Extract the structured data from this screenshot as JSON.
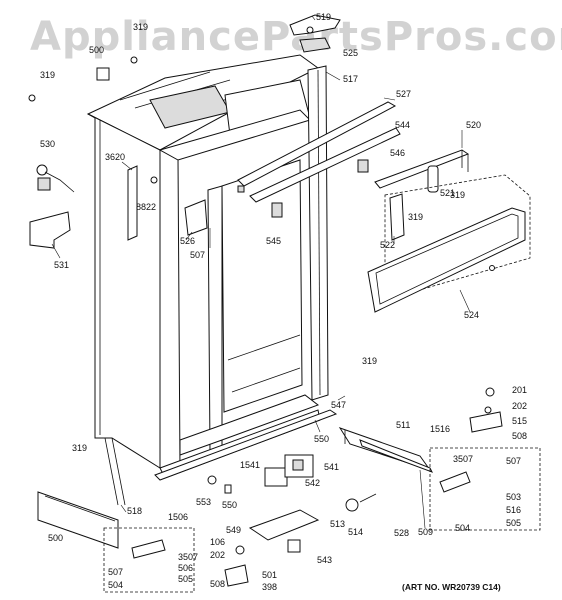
{
  "watermark": "AppliancePartsPros.com",
  "art_number": "(ART NO. WR20739 C14)",
  "part_labels": [
    {
      "id": "p319a",
      "text": "319"
    },
    {
      "id": "p500a",
      "text": "500"
    },
    {
      "id": "p319b",
      "text": "319"
    },
    {
      "id": "p519",
      "text": "519"
    },
    {
      "id": "p525",
      "text": "525"
    },
    {
      "id": "p517",
      "text": "517"
    },
    {
      "id": "p527",
      "text": "527"
    },
    {
      "id": "p544",
      "text": "544"
    },
    {
      "id": "p520",
      "text": "520"
    },
    {
      "id": "p530",
      "text": "530"
    },
    {
      "id": "p3620",
      "text": "3620"
    },
    {
      "id": "p8822",
      "text": "8822"
    },
    {
      "id": "p546",
      "text": "546"
    },
    {
      "id": "p521",
      "text": "521"
    },
    {
      "id": "p319c",
      "text": "319"
    },
    {
      "id": "p319d",
      "text": "319"
    },
    {
      "id": "p526",
      "text": "526"
    },
    {
      "id": "p507a",
      "text": "507"
    },
    {
      "id": "p545",
      "text": "545"
    },
    {
      "id": "p522",
      "text": "522"
    },
    {
      "id": "p531",
      "text": "531"
    },
    {
      "id": "p524",
      "text": "524"
    },
    {
      "id": "p319e",
      "text": "319"
    },
    {
      "id": "p201",
      "text": "201"
    },
    {
      "id": "p202a",
      "text": "202"
    },
    {
      "id": "p547",
      "text": "547"
    },
    {
      "id": "p515",
      "text": "515"
    },
    {
      "id": "p508a",
      "text": "508"
    },
    {
      "id": "p550a",
      "text": "550"
    },
    {
      "id": "p511",
      "text": "511"
    },
    {
      "id": "p1516",
      "text": "1516"
    },
    {
      "id": "p319f",
      "text": "319"
    },
    {
      "id": "p1541",
      "text": "1541"
    },
    {
      "id": "p541",
      "text": "541"
    },
    {
      "id": "p3507a",
      "text": "3507"
    },
    {
      "id": "p507b",
      "text": "507"
    },
    {
      "id": "p503",
      "text": "503"
    },
    {
      "id": "p516",
      "text": "516"
    },
    {
      "id": "p542",
      "text": "542"
    },
    {
      "id": "p553",
      "text": "553"
    },
    {
      "id": "p550b",
      "text": "550"
    },
    {
      "id": "p518",
      "text": "518"
    },
    {
      "id": "p1506",
      "text": "1506"
    },
    {
      "id": "p504a",
      "text": "504"
    },
    {
      "id": "p505a",
      "text": "505"
    },
    {
      "id": "p500b",
      "text": "500"
    },
    {
      "id": "p549",
      "text": "549"
    },
    {
      "id": "p513",
      "text": "513"
    },
    {
      "id": "p514",
      "text": "514"
    },
    {
      "id": "p528",
      "text": "528"
    },
    {
      "id": "p509",
      "text": "509"
    },
    {
      "id": "p106",
      "text": "106"
    },
    {
      "id": "p202b",
      "text": "202"
    },
    {
      "id": "p3507b",
      "text": "3507"
    },
    {
      "id": "p506",
      "text": "506"
    },
    {
      "id": "p543",
      "text": "543"
    },
    {
      "id": "p507c",
      "text": "507"
    },
    {
      "id": "p505b",
      "text": "505"
    },
    {
      "id": "p504b",
      "text": "504"
    },
    {
      "id": "p508b",
      "text": "508"
    },
    {
      "id": "p501",
      "text": "501"
    },
    {
      "id": "p398",
      "text": "398"
    }
  ]
}
